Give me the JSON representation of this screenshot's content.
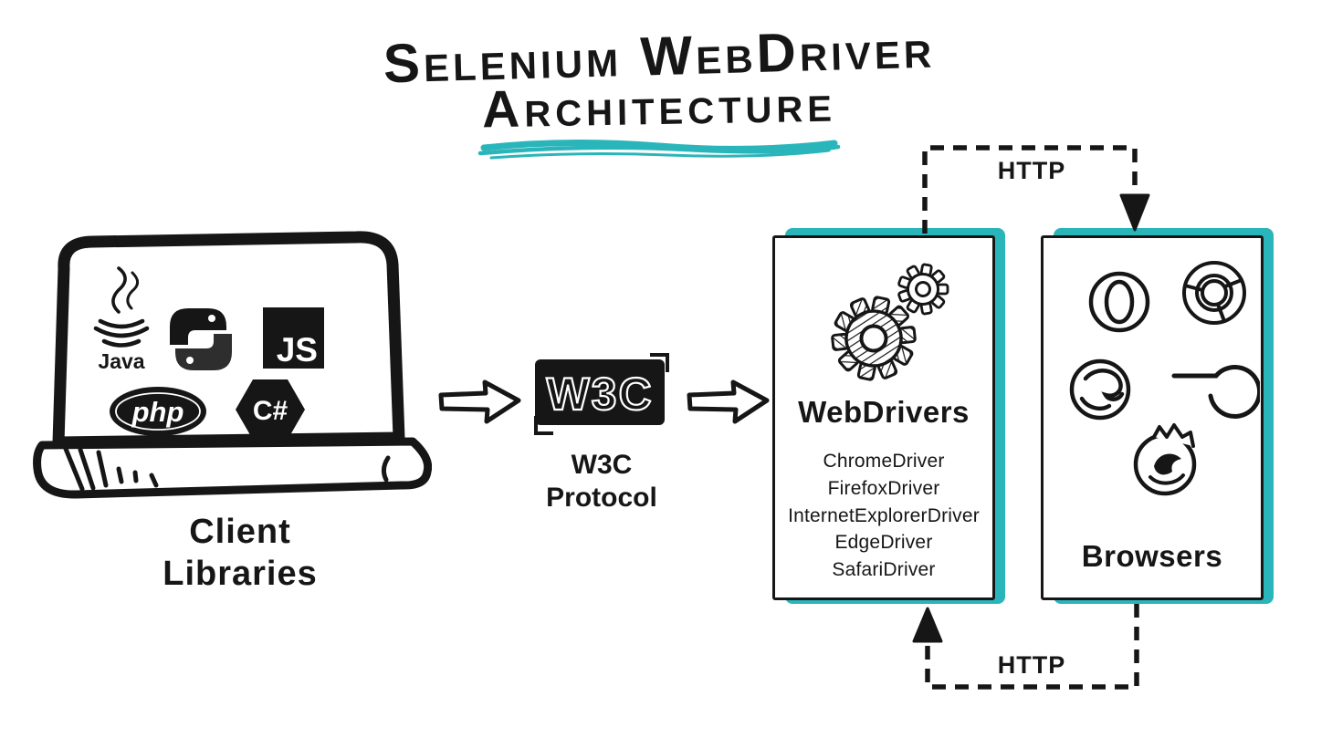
{
  "colors": {
    "accent_teal": "#2ab5ba",
    "ink": "#161616"
  },
  "title": {
    "line1": "Selenium WebDriver",
    "line2": "Architecture"
  },
  "client": {
    "label": "Client\nLibraries",
    "logo_icons": [
      "java-icon",
      "python-icon",
      "js-icon",
      "php-icon",
      "csharp-icon"
    ],
    "logo_texts": {
      "java": "Java",
      "js": "JS",
      "php": "php",
      "csharp": "C#"
    }
  },
  "w3c": {
    "badge_text": "W3C",
    "label": "W3C\nProtocol"
  },
  "webdrivers": {
    "title": "WebDrivers",
    "items": [
      "ChromeDriver",
      "FirefoxDriver",
      "InternetExplorerDriver",
      "EdgeDriver",
      "SafariDriver"
    ]
  },
  "browsers": {
    "title": "Browsers",
    "icons": [
      "opera-icon",
      "chrome-icon",
      "edge-icon",
      "edge-legacy-icon",
      "firefox-icon"
    ]
  },
  "connections": {
    "top_label": "HTTP",
    "bottom_label": "HTTP"
  }
}
